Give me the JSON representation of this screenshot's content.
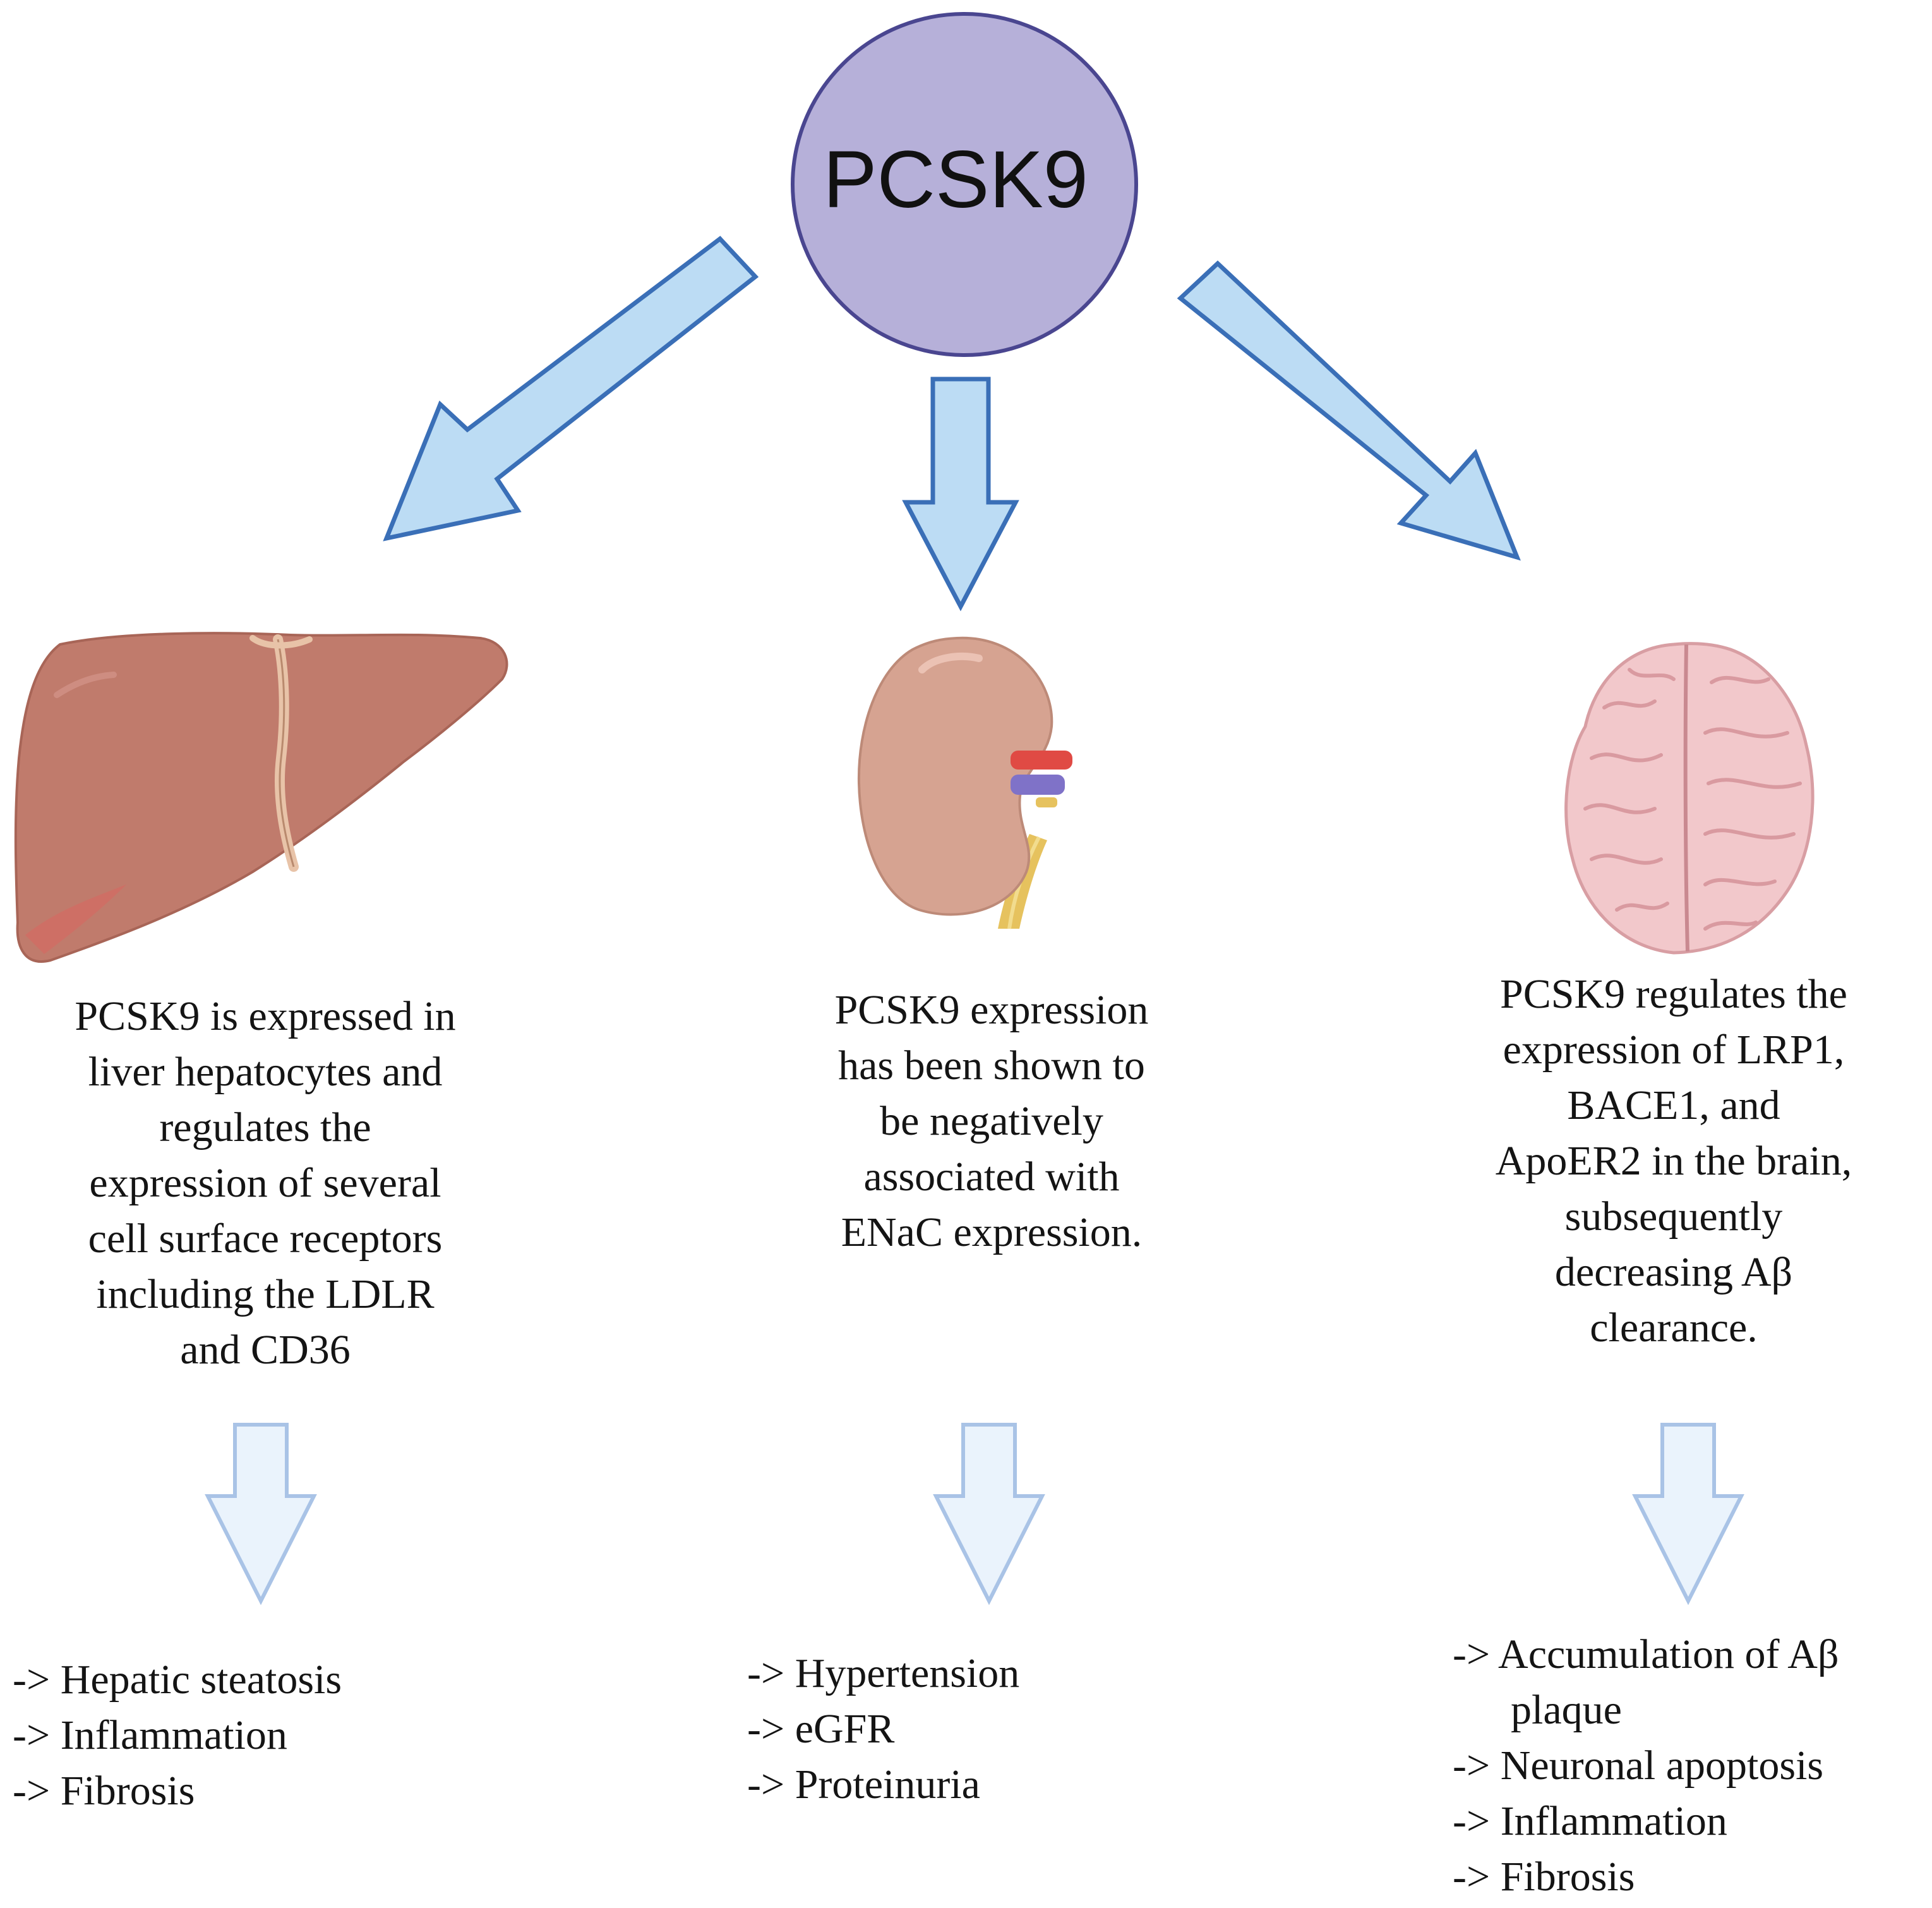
{
  "center": {
    "label": "PCSK9"
  },
  "columns": [
    {
      "organ": "liver-illustration",
      "description": [
        "PCSK9 is expressed in",
        "liver hepatocytes and",
        "regulates the",
        "expression of  several",
        "cell surface receptors",
        "including the LDLR",
        "and CD36"
      ],
      "effects": [
        "-> Hepatic steatosis",
        "-> Inflammation",
        "-> Fibrosis"
      ]
    },
    {
      "organ": "kidney-illustration",
      "description": [
        "PCSK9 expression",
        "has been shown to",
        "be negatively",
        "associated with",
        "ENaC expression."
      ],
      "effects": [
        "-> Hypertension",
        "-> eGFR",
        "-> Proteinuria"
      ]
    },
    {
      "organ": "brain-illustration",
      "description": [
        "PCSK9 regulates the",
        "expression of LRP1,",
        "BACE1, and",
        "ApoER2 in the brain,",
        "subsequently",
        "decreasing Aβ",
        "clearance."
      ],
      "effects": [
        "-> Accumulation of Aβ",
        "plaque",
        "-> Neuronal apoptosis",
        "-> Inflammation",
        "-> Fibrosis"
      ]
    }
  ],
  "colors": {
    "circle_fill": "#b6b0d9",
    "circle_stroke": "#4a4690",
    "arrow_fill": "#bcdcf4",
    "arrow_stroke": "#3a6fb7",
    "light_arrow_fill": "#eaf3fc",
    "light_arrow_stroke": "#a9c3e6",
    "liver": "#c07b6c",
    "kidney": "#d6a391",
    "brain": "#f2c8cb"
  }
}
